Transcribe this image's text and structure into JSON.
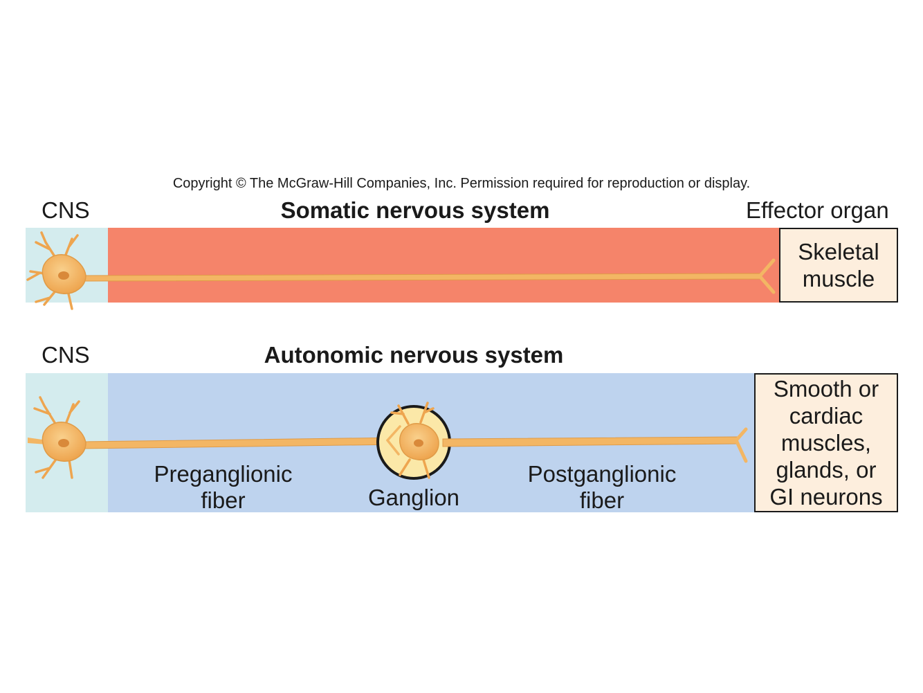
{
  "copyright": "Copyright © The McGraw-Hill Companies, Inc. Permission required for reproduction or display.",
  "somatic": {
    "cns_label": "CNS",
    "title": "Somatic nervous system",
    "effector_label": "Effector organ",
    "organ": "Skeletal\nmuscle"
  },
  "autonomic": {
    "cns_label": "CNS",
    "title": "Autonomic nervous system",
    "pre_label": "Preganglionic\nfiber",
    "ganglion_label": "Ganglion",
    "post_label": "Postganglionic\nfiber",
    "organ": "Smooth or\ncardiac\nmuscles,\nglands, or\nGI neurons"
  },
  "colors": {
    "cns": "#d4ecee",
    "somatic_band": "#f5846a",
    "autonomic_band": "#bed3ee",
    "neuron": "#f3b664",
    "ganglion": "#fbe8a8",
    "organ_box": "#fdeedd"
  }
}
